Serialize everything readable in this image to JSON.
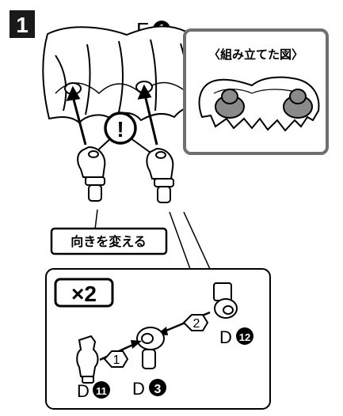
{
  "step": {
    "number": "1"
  },
  "labels": {
    "top_part_letter": "F",
    "top_part_num": "1",
    "assembled_view_title": "〈組み立てた図〉",
    "caution_symbol": "!",
    "orientation_note": "向きを変える",
    "multiplier": "×2",
    "sub_step_1": "1",
    "sub_step_2": "2",
    "part_d12_letter": "D",
    "part_d12_num": "12",
    "part_d11_letter": "D",
    "part_d11_num": "11",
    "part_d3_letter": "D",
    "part_d3_num": "3"
  },
  "colors": {
    "ink": "#000000",
    "badge": "#1a1a1a",
    "figure_gray": "#8a8a8a",
    "frame_gray": "#6f6f6f",
    "panel_fill": "#ffffff",
    "assembled_bg": "#ffffff"
  }
}
